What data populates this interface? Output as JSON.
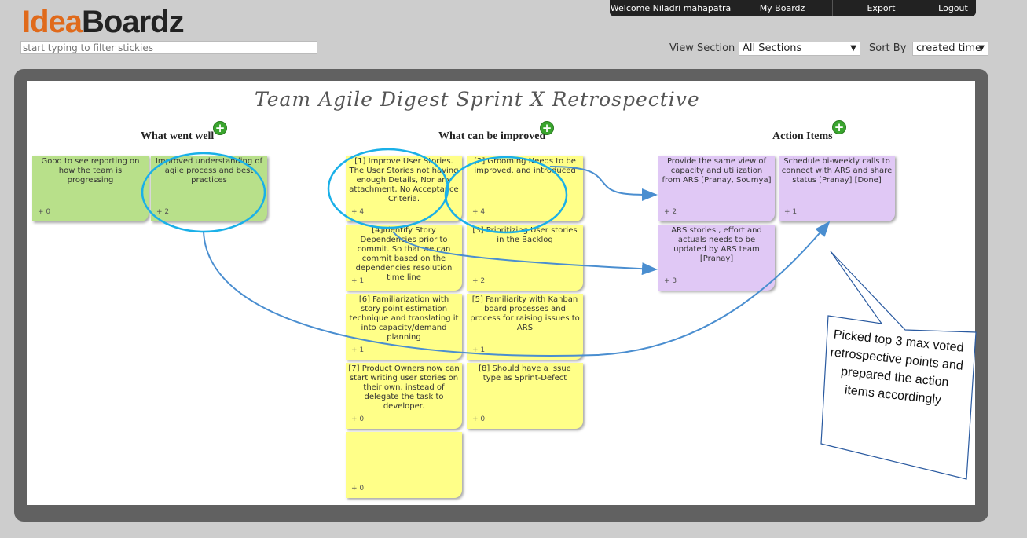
{
  "app": {
    "logo_part1": "Idea",
    "logo_part2": "Boardz"
  },
  "filter": {
    "placeholder": "start typing to filter stickies"
  },
  "topnav": {
    "welcome": "Welcome Niladri mahapatra",
    "my_boardz": "My Boardz",
    "export": "Export",
    "logout": "Logout"
  },
  "controls": {
    "view_section_label": "View Section",
    "view_section_value": "All Sections",
    "sort_by_label": "Sort By",
    "sort_by_value": "created time"
  },
  "board": {
    "title": "Team Agile Digest Sprint X Retrospective",
    "columns": {
      "went_well": "What went well",
      "improve": "What can be improved",
      "actions": "Action Items"
    },
    "went_well": [
      {
        "text": "Good to see reporting on how the team is progressing",
        "votes": "+ 0"
      },
      {
        "text": "Improved understanding of agile process and best practices",
        "votes": "+ 2"
      }
    ],
    "improve": [
      {
        "text": "[1] Improve User Stories. The User Stories not having enough Details, Nor any attachment, No Acceptance Criteria.",
        "votes": "+ 4"
      },
      {
        "text": "[2] Grooming Needs to be improved. and introduced",
        "votes": "+ 4"
      },
      {
        "text": "[4]Identify Story Dependencies prior to commit. So that we can commit based on the dependencies resolution time line",
        "votes": "+ 1"
      },
      {
        "text": "[3] Prioritizing User stories in the Backlog",
        "votes": "+ 2"
      },
      {
        "text": "[6] Familiarization with story point estimation technique and translating it into capacity/demand planning",
        "votes": "+ 1"
      },
      {
        "text": "[5] Familiarity with Kanban board processes and process for raising issues to ARS",
        "votes": "+ 1"
      },
      {
        "text": "[7] Product Owners now can start writing user stories on their own, instead of delegate the task to developer.",
        "votes": "+ 0"
      },
      {
        "text": "[8] Should have a Issue type as Sprint-Defect",
        "votes": "+ 0"
      },
      {
        "text": "",
        "votes": "+ 0"
      }
    ],
    "actions": [
      {
        "text": "Provide the same view of capacity and utilization from ARS [Pranay, Soumya]",
        "votes": "+ 2"
      },
      {
        "text": "Schedule bi-weekly calls to connect with ARS and share status [Pranay] [Done]",
        "votes": "+ 1"
      },
      {
        "text": "ARS stories , effort and actuals needs to be updated by ARS team [Pranay]",
        "votes": "+ 3"
      }
    ]
  },
  "callout": {
    "text": "Picked top 3 max voted retrospective points and prepared the action items accordingly"
  },
  "colors": {
    "green": "#b8e08a",
    "yellow": "#ffff88",
    "purple": "#e0c8f5",
    "annotation": "#1ab0e8",
    "arrow": "#4a8ed0"
  }
}
